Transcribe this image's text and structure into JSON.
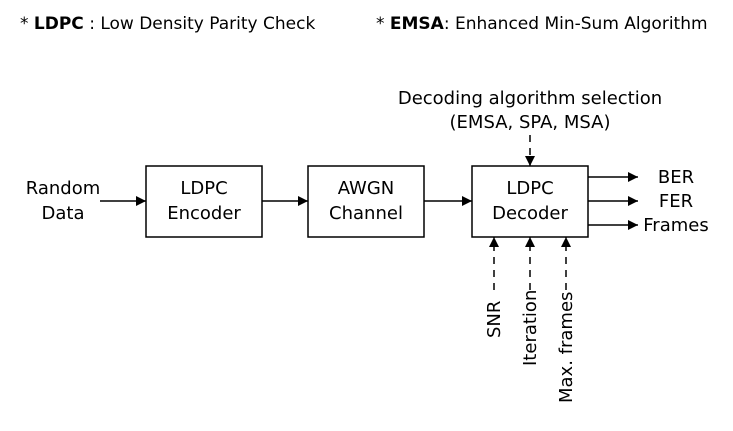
{
  "notes": {
    "ldpc": {
      "prefix": "* ",
      "abbr": "LDPC",
      "text": " : Low Density Parity Check"
    },
    "emsa": {
      "prefix": "* ",
      "abbr": "EMSA",
      "text": ": Enhanced Min-Sum Algorithm"
    }
  },
  "input": {
    "line1": "Random",
    "line2": "Data"
  },
  "blocks": {
    "encoder": {
      "line1": "LDPC",
      "line2": "Encoder"
    },
    "channel": {
      "line1": "AWGN",
      "line2": "Channel"
    },
    "decoder": {
      "line1": "LDPC",
      "line2": "Decoder"
    }
  },
  "selection": {
    "line1": "Decoding algorithm selection",
    "line2": "(EMSA, SPA, MSA)"
  },
  "outputs": [
    "BER",
    "FER",
    "Frames"
  ],
  "params": [
    "SNR",
    "Iteration",
    "Max. frames"
  ]
}
